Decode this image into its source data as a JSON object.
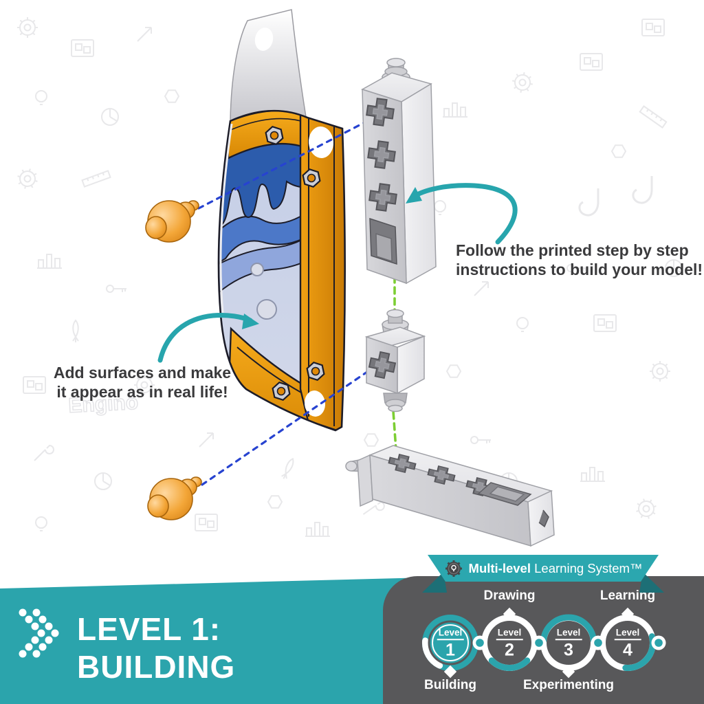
{
  "annotations": {
    "follow1": "Follow the printed step by step",
    "follow2": "instructions to build your model!",
    "add1": "Add surfaces and make",
    "add2": "it appear as in real life!"
  },
  "banner": {
    "brand_bold": "Multi-level",
    "brand_rest": " Learning System™"
  },
  "level_block": {
    "line1": "LEVEL 1:",
    "line2": "BUILDING"
  },
  "levels": {
    "top_labels": [
      "Drawing",
      "Learning"
    ],
    "bottom_labels": [
      "Building",
      "Experimenting"
    ],
    "circles": [
      {
        "word": "Level",
        "num": "1",
        "active": true
      },
      {
        "word": "Level",
        "num": "2",
        "active": false
      },
      {
        "word": "Level",
        "num": "3",
        "active": false
      },
      {
        "word": "Level",
        "num": "4",
        "active": false
      }
    ]
  },
  "watermark": "Engino",
  "colors": {
    "teal": "#2ba4ac",
    "teal_dark": "#1d6f76",
    "gray_panel": "#58585a",
    "orange": "#e8920c",
    "blue_dash": "#2743d0",
    "green_dash": "#7cce33",
    "text_dark": "#3a3a3c"
  }
}
